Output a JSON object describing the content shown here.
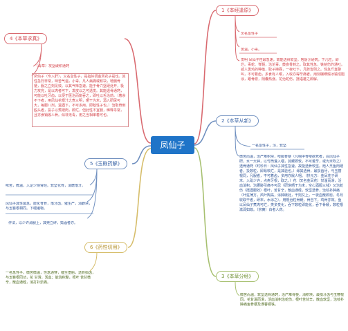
{
  "center": "凤仙子",
  "branches": [
    {
      "label": "1《本经逢原》",
      "leaves": [
        "叉名急性子",
        "苦温，小毒。",
        "发明 凤仙子性最急速，故能透骨软坚。庖厨烹硬肉，下几粒，即烂。毒蛇、脊髓，治论毒，鼓食骨刺之。取其性急，铁铭伤灼通吐。孤人勇鸡的种植，取子擦吞，一夜吐下，凡脐皆则之。性急斤直聊叫，不可着齿，多食有人喉，入收亦得牙痛者。用刻碾细煅冰镜成阻涂，跟骨瘀，阴囊热涨。花治蛇伤，擂语雄之即解。"
      ]
    },
    {
      "label": "2《本草从新》",
      "leaves": [
        "一名急性子，泻，软坚",
        "微苦而温，治产难积块，噎膈骨梗（凡咽中骨哽欲死者，白凤仙子研，水一大钟，以竹筒灌入咽，其鲠即软，不可着牙，或为末吹之）透骨通窍（时珍日：凤仙子其性急速，故能透骨软坚。庖人烹鱼肉硬者，投数粒，即易软烂，是其验也。）缘其透骨，最损齿牙，与玉簪根同，凡服者，不可着齿，多用亦戕人咽。（拱元方：金凤花子研末，入砒少许，点疼牙根，取之。）花（叉名金凤花）甘温而滑，活血消积。治腰胁引痛不可忍（研饼晒干为末，空心酒服三钱）又治蛇伤（擂酒服效）根叶，苦甘辛，散血通经，软坚透骨，治杖扑肿痛（叶狂薄方，风叶陶捣，涂肿破处，干则又上，一夜血散即愈，冬月收取干者，研末，水涂之），用根治粒骨鲠，骨自下，鸡骨亦效。鱼以凤仙子煮肉可烂，类多变化，吞下数粒即能化，吞下骨鲠，数粒根滋润如故。（宗奭）白者人药。"
      ]
    },
    {
      "label": "3《本草分经》",
      "leaves": [
        "微苦而温，软坚透骨通窍，治产难骨梗，消积块，最损牙齿与玉簪根同。花甘温而滑，活血消积治蛇伤，根叶苦甘辛，散血软坚，治杖扑肿痛鱼骨梗及误吞铜铁。"
      ]
    },
    {
      "label": "4《本草求真》",
      "leaves": [
        "（毒草）攻坚破积通窍",
        "凤仙子（专入肝），又名急性子，是指好调金凤花子是也。其性急烈非常，味苦气温，小毒。凡人病痛或积块，噎膈骨梗，服之立刻见效。以其气味急速，能于骨穴坚硬处开，极力攻完，是以肉者可下，发皮以之可透发。其能透骨通窍，可能以吐牙齿，以便于医治而能吞之，即吐以舌治前。（着余不下者，用凤仙花根汁之煮三明，晒干为末，酒入研尿可大，每服八剂，温酒下，不可多用。即敌性子也。）治取骨刺殴头者，投子以煮硬肉，即烂，但此性不宜服，稀释寻常，且亦食销毁人骨。似非无毒，用之当相审着可也。"
      ]
    },
    {
      "label": "5《玉楸药解》",
      "leaves": [
        "味苦，微温，入足少阴肾经。软坚化骨，消磨落牙。",
        "凤仙子其性最急，能化脊骨，落牙齿，催生产，消癖块，与玉簪根相同。下咽诸物。",
        "作法，以少许消服上，其壳立碎，捣酒者亦。"
      ]
    },
    {
      "label": "6《药性切用》",
      "leaves": [
        "一名急性子，微苦微温，性急通穿，催生堕胎，透骨损齿，与玉簪根同功，花 甘滑，活血；能消积聚，根叶 苦甘微辛，散血通经，消打扑淤痛。"
      ]
    }
  ]
}
